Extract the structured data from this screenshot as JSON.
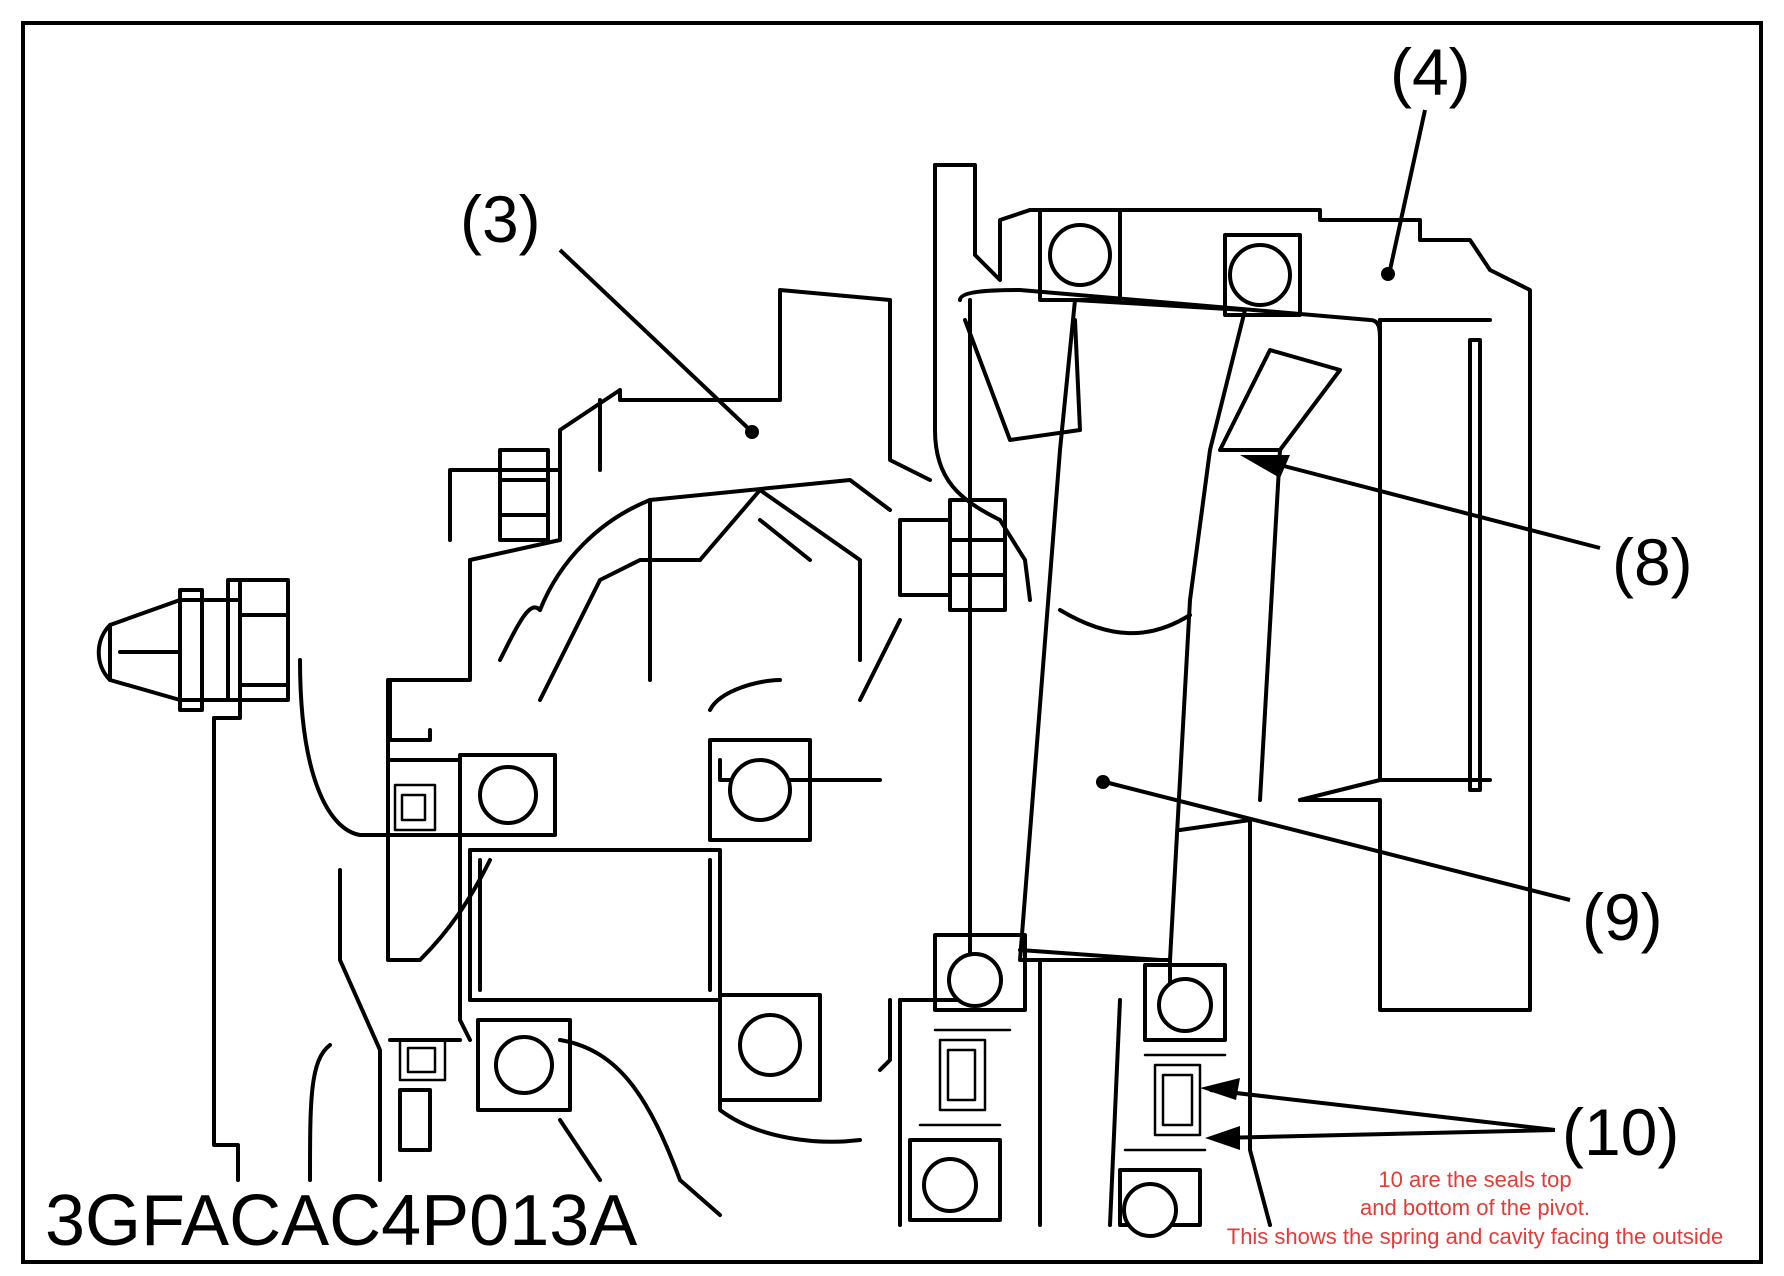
{
  "callouts": {
    "c3": "(3)",
    "c4": "(4)",
    "c8": "(8)",
    "c9": "(9)",
    "c10": "(10)"
  },
  "drawing_code": "3GFACAC4P013A",
  "annotation": {
    "line1": "10 are the seals top",
    "line2": "and bottom of the pivot.",
    "line3": "This shows the spring and cavity facing the outside",
    "color": "#e53a36"
  }
}
